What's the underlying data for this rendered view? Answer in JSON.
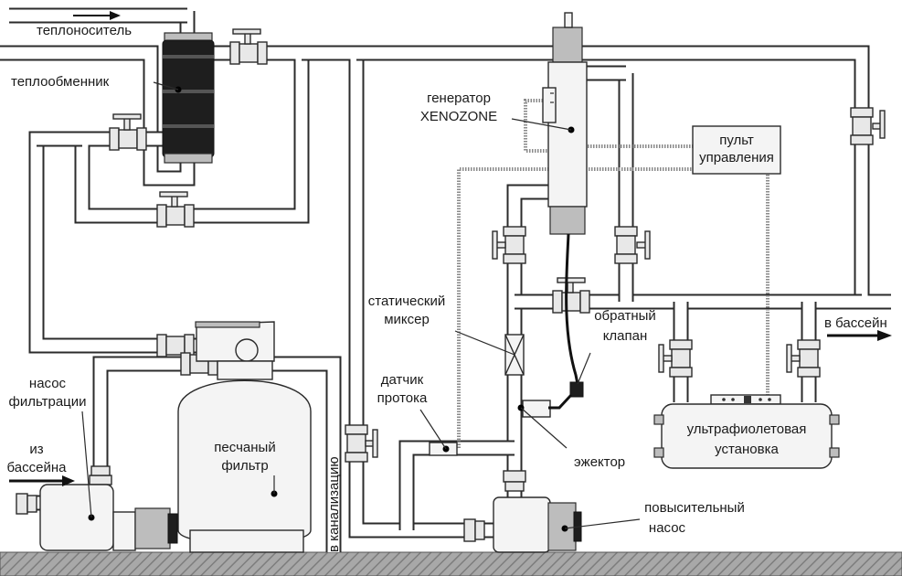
{
  "labels": {
    "coolant": "теплоноситель",
    "heat_exchanger": "теплообменник",
    "generator_line1": "генератор",
    "generator_line2": "XENOZONE",
    "control_panel_line1": "пульт",
    "control_panel_line2": "управления",
    "static_mixer_line1": "статический",
    "static_mixer_line2": "миксер",
    "check_valve_line1": "обратный",
    "check_valve_line2": "клапан",
    "to_pool": "в бассейн",
    "flow_sensor_line1": "датчик",
    "flow_sensor_line2": "протока",
    "filtration_pump_line1": "насос",
    "filtration_pump_line2": "фильтрации",
    "from_pool_line1": "из",
    "from_pool_line2": "бассейна",
    "sand_filter_line1": "песчаный",
    "sand_filter_line2": "фильтр",
    "to_sewer": "в канализацию",
    "ejector": "эжектор",
    "uv_unit_line1": "ультрафиолетовая",
    "uv_unit_line2": "установка",
    "booster_pump_line1": "повысительный",
    "booster_pump_line2": "насос"
  },
  "colors": {
    "line": "#2b2b2b",
    "pipe_fill": "#ffffff",
    "component_dark": "#1e1e1e",
    "ground": "#9a9a9a"
  }
}
